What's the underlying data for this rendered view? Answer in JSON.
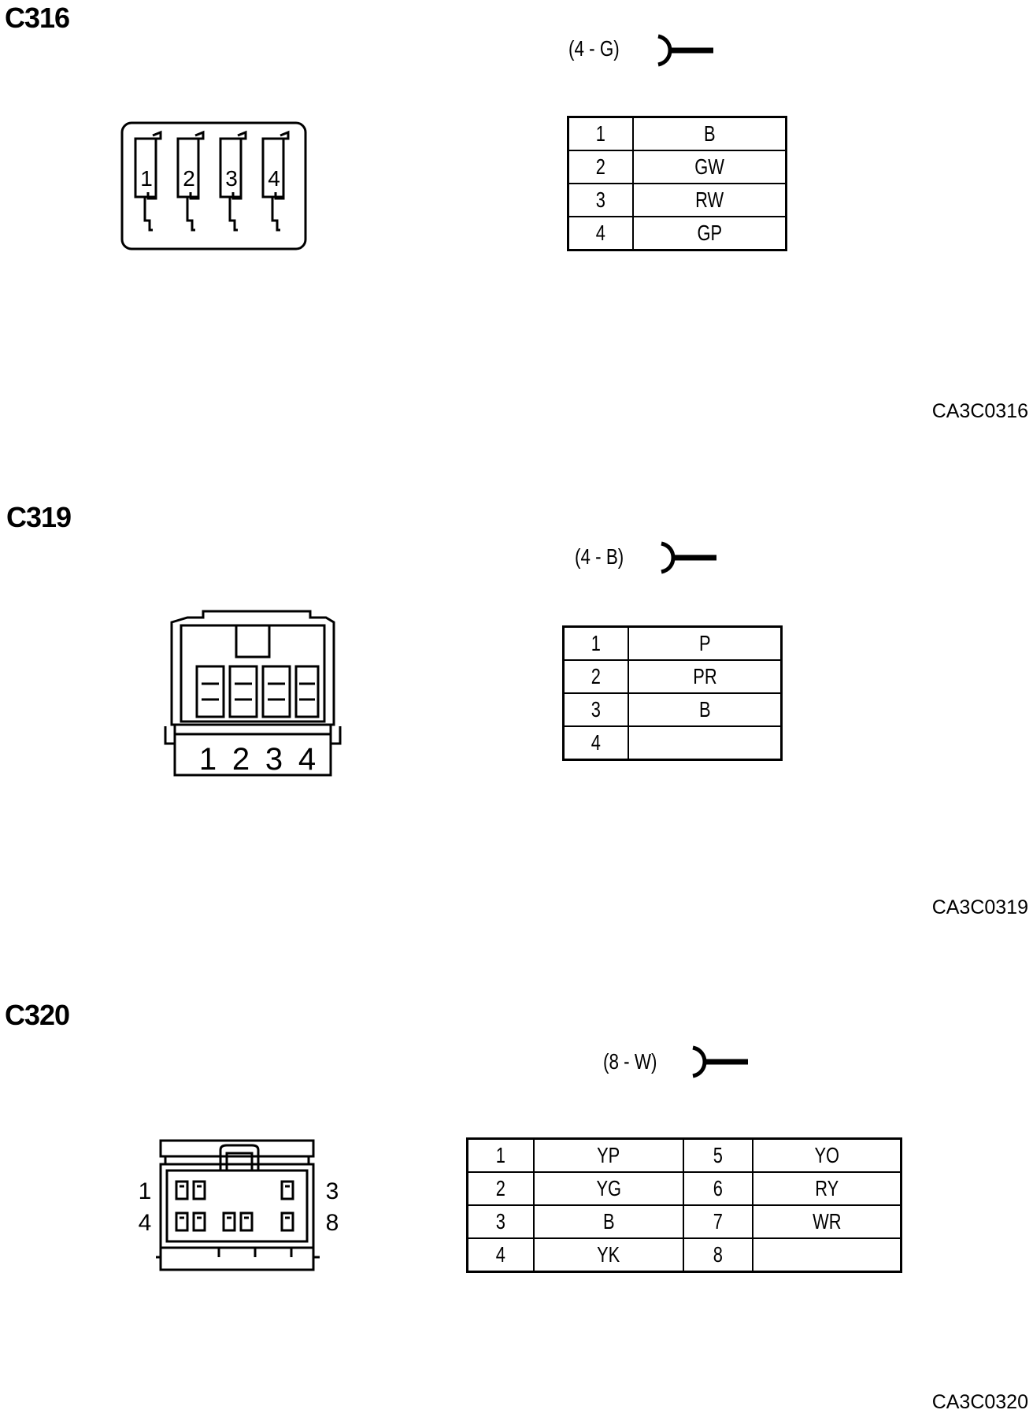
{
  "connectors": [
    {
      "id": "C316",
      "spec": "(4 - G)",
      "code": "CA3C0316",
      "face_labels": [
        "1",
        "2",
        "3",
        "4"
      ],
      "pins": [
        {
          "pin": "1",
          "wire": "B"
        },
        {
          "pin": "2",
          "wire": "GW"
        },
        {
          "pin": "3",
          "wire": "RW"
        },
        {
          "pin": "4",
          "wire": "GP"
        }
      ]
    },
    {
      "id": "C319",
      "spec": "(4 - B)",
      "code": "CA3C0319",
      "face_labels": [
        "1",
        "2",
        "3",
        "4"
      ],
      "pins": [
        {
          "pin": "1",
          "wire": "P"
        },
        {
          "pin": "2",
          "wire": "PR"
        },
        {
          "pin": "3",
          "wire": "B"
        },
        {
          "pin": "4",
          "wire": ""
        }
      ]
    },
    {
      "id": "C320",
      "spec": "(8 - W)",
      "code": "CA3C0320",
      "face_labels": [
        "1",
        "3",
        "4",
        "8"
      ],
      "pins": [
        {
          "pin": "1",
          "wire": "YP"
        },
        {
          "pin": "2",
          "wire": "YG"
        },
        {
          "pin": "3",
          "wire": "B"
        },
        {
          "pin": "4",
          "wire": "YK"
        },
        {
          "pin": "5",
          "wire": "YO"
        },
        {
          "pin": "6",
          "wire": "RY"
        },
        {
          "pin": "7",
          "wire": "WR"
        },
        {
          "pin": "8",
          "wire": ""
        }
      ]
    }
  ]
}
